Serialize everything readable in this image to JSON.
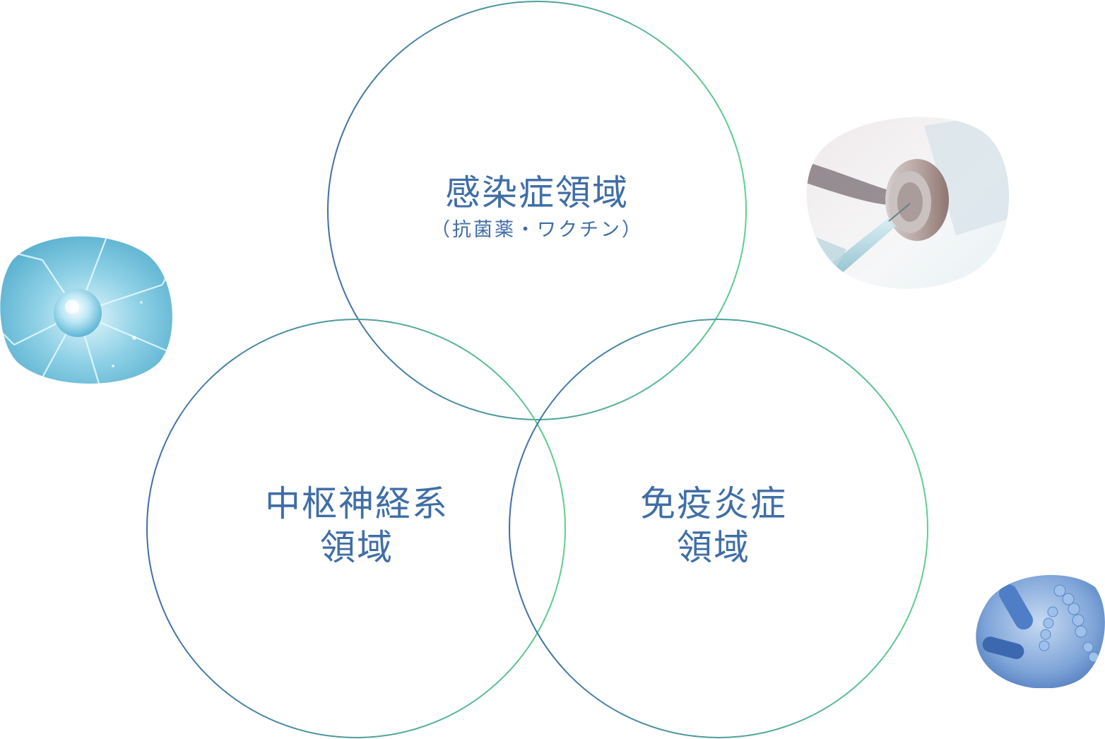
{
  "areas": {
    "infection": {
      "title": "感染症領域",
      "subtitle": "（抗菌薬・ワクチン）"
    },
    "cns": {
      "line1": "中枢神経系",
      "line2": "領域"
    },
    "immune": {
      "line1": "免疫炎症",
      "line2": "領域"
    }
  },
  "images": [
    {
      "name": "neuron-cell-image",
      "icon": "neuron-icon"
    },
    {
      "name": "vaccine-vial-syringe-image",
      "icon": "syringe-icon"
    },
    {
      "name": "bacteria-image",
      "icon": "bacteria-icon"
    }
  ],
  "colors": {
    "text": "#3f6ea6",
    "stroke_blue": "#3f6ea6",
    "stroke_green": "#5fcf8f"
  }
}
